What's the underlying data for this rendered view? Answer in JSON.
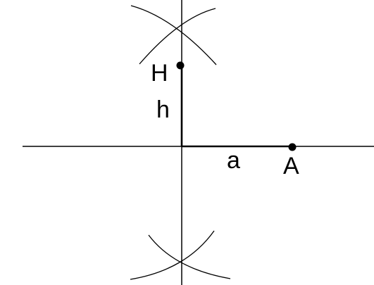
{
  "labels": {
    "point_h": "H",
    "segment_h": "h",
    "segment_a": "a",
    "point_a": "A"
  },
  "colors": {
    "stroke": "#000000",
    "background": "#ffffff"
  }
}
